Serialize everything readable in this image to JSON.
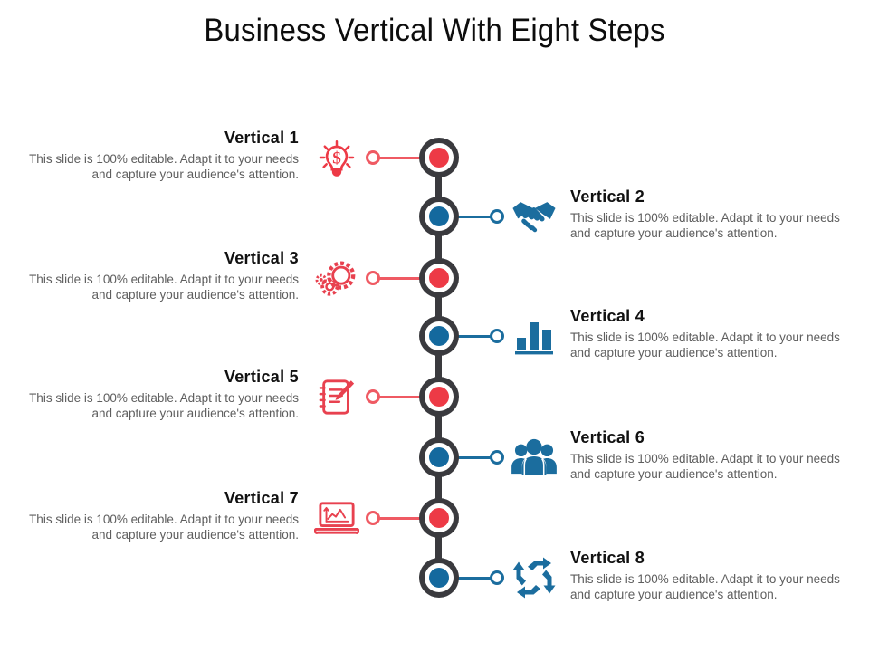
{
  "slide": {
    "title": "Business Vertical With Eight Steps",
    "background_color": "#ffffff",
    "accent_red": "#ed3a46",
    "accent_blue": "#14699e",
    "spine_color": "#3a3a3e"
  },
  "steps": [
    {
      "title": "Vertical  1",
      "desc": "This slide is 100% editable. Adapt it to your needs and capture your audience's attention.",
      "side": "left",
      "color": "#ed3a46",
      "icon": "lightbulb-dollar-icon"
    },
    {
      "title": "Vertical  2",
      "desc": "This slide is 100% editable. Adapt it to your needs and capture your audience's attention.",
      "side": "right",
      "color": "#14699e",
      "icon": "handshake-icon"
    },
    {
      "title": "Vertical  3",
      "desc": "This slide is 100% editable. Adapt it to your needs and capture your audience's attention.",
      "side": "left",
      "color": "#ed3a46",
      "icon": "gears-icon"
    },
    {
      "title": "Vertical  4",
      "desc": "This slide is 100% editable. Adapt it to your needs and capture your audience's attention.",
      "side": "right",
      "color": "#14699e",
      "icon": "bar-chart-icon"
    },
    {
      "title": "Vertical  5",
      "desc": "This slide is 100% editable. Adapt it to your needs and capture your audience's attention.",
      "side": "left",
      "color": "#ed3a46",
      "icon": "checklist-pencil-icon"
    },
    {
      "title": "Vertical  6",
      "desc": "This slide is 100% editable. Adapt it to your needs and capture your audience's attention.",
      "side": "right",
      "color": "#14699e",
      "icon": "people-group-icon"
    },
    {
      "title": "Vertical  7",
      "desc": "This slide is 100% editable. Adapt it to your needs and capture your audience's attention.",
      "side": "left",
      "color": "#ed3a46",
      "icon": "laptop-linegraph-icon"
    },
    {
      "title": "Vertical  8",
      "desc": "This slide is 100% editable. Adapt it to your needs and capture your audience's attention.",
      "side": "right",
      "color": "#14699e",
      "icon": "cycle-arrows-icon"
    }
  ]
}
